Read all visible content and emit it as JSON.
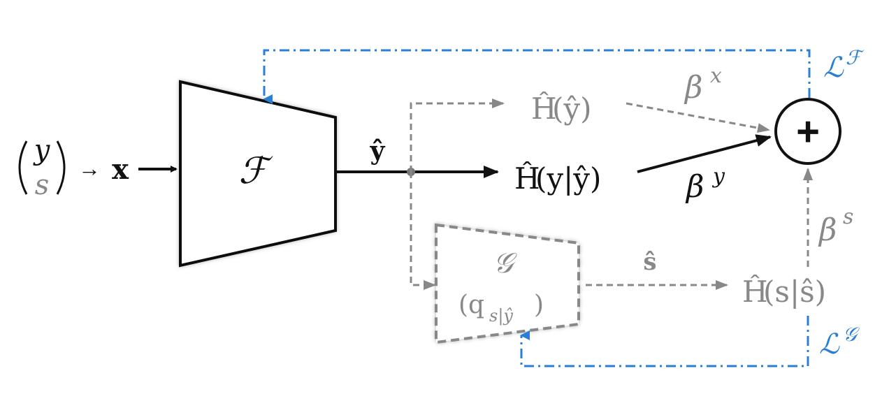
{
  "colors": {
    "black": "#111111",
    "gray": "#888888",
    "blue": "#2a7fd4"
  },
  "input": {
    "vector_top": "y",
    "vector_bottom": "s",
    "arrow": "→",
    "x": "x"
  },
  "encoder": {
    "label": "ℱ"
  },
  "y_hat": {
    "label": "ŷ"
  },
  "entropy": {
    "h_y": {
      "H": "Ĥ",
      "arg": "(ŷ)"
    },
    "h_y_given": {
      "H": "Ĥ",
      "arg": "(y|ŷ)"
    },
    "h_s_given": {
      "H": "Ĥ",
      "arg": "(s|ŝ)"
    }
  },
  "adversary": {
    "label": "𝒢",
    "sub_open": "(q",
    "sub_index": "s|ŷ",
    "sub_close": ")"
  },
  "s_hat": {
    "label": "ŝ"
  },
  "betas": {
    "beta_x": {
      "base": "β",
      "sup": "x"
    },
    "beta_y": {
      "base": "β",
      "sup": "y"
    },
    "beta_s": {
      "base": "β",
      "sup": "s"
    }
  },
  "sum_node": {
    "symbol": "+"
  },
  "losses": {
    "loss_f": {
      "base": "ℒ",
      "sup": "ℱ"
    },
    "loss_g": {
      "base": "ℒ",
      "sup": "𝒢"
    }
  }
}
